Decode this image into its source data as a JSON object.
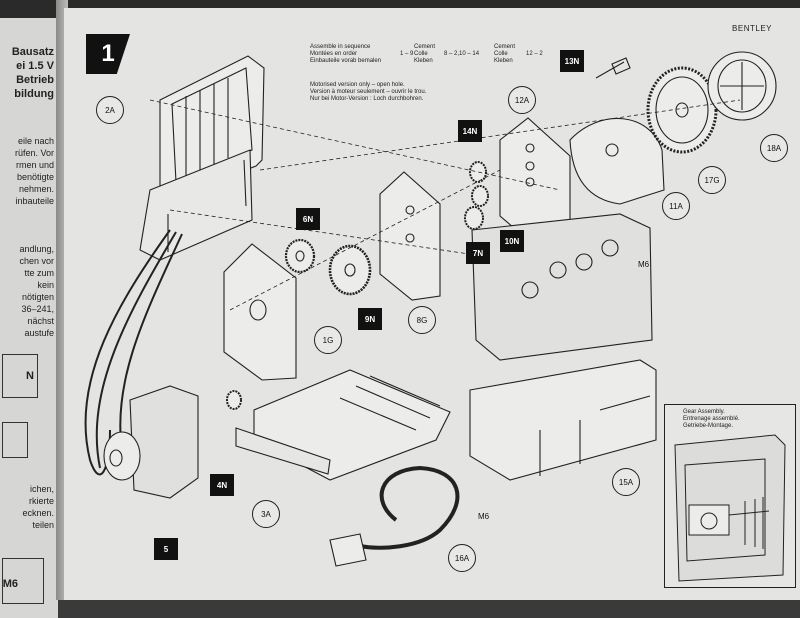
{
  "left_page": {
    "lines": [
      "Bausatz",
      "ei 1.5 V",
      "Betrieb",
      "bildung",
      "eile nach",
      "rüfen. Vor",
      "rmen und",
      "benötigte",
      "nehmen.",
      "inbauteile",
      "andlung,",
      "chen vor",
      "tte zum",
      "kein",
      "nötigten",
      "36–241,",
      "nächst",
      "austufe",
      "N",
      "ichen,",
      "rkierte",
      "ecknen.",
      "teilen",
      "M6"
    ]
  },
  "header": {
    "step": "1",
    "brand": "BENTLEY"
  },
  "instructions": {
    "sequence": [
      "Assemble in sequence",
      "Montées en order",
      "Einbauteile vorab bemalen"
    ],
    "range1": "1 – 9",
    "cement": [
      "Cement",
      "Colle",
      "Kleben"
    ],
    "range2": "8 – 2,10 – 14",
    "cement2": [
      "Cement",
      "Colle",
      "Kleben"
    ],
    "range3": "12 – 2",
    "motor_note": [
      "Motorised version only – open hole.",
      "Version à moteur seulement – ouvrir le trou.",
      "Nur bei Motor-Version : Loch durchbohren."
    ]
  },
  "callouts": {
    "circles": [
      "2A",
      "12A",
      "18A",
      "17G",
      "11A",
      "1G",
      "8G",
      "3A",
      "15A",
      "16A"
    ],
    "blocks": [
      "13N",
      "14N",
      "10N",
      "7N",
      "6N",
      "9N",
      "4N",
      "5"
    ],
    "labels": [
      "M6",
      "M6"
    ]
  },
  "inset": {
    "caption": [
      "Gear Assembly.",
      "Entrenage assemblé.",
      "Getriebe-Montage."
    ]
  }
}
